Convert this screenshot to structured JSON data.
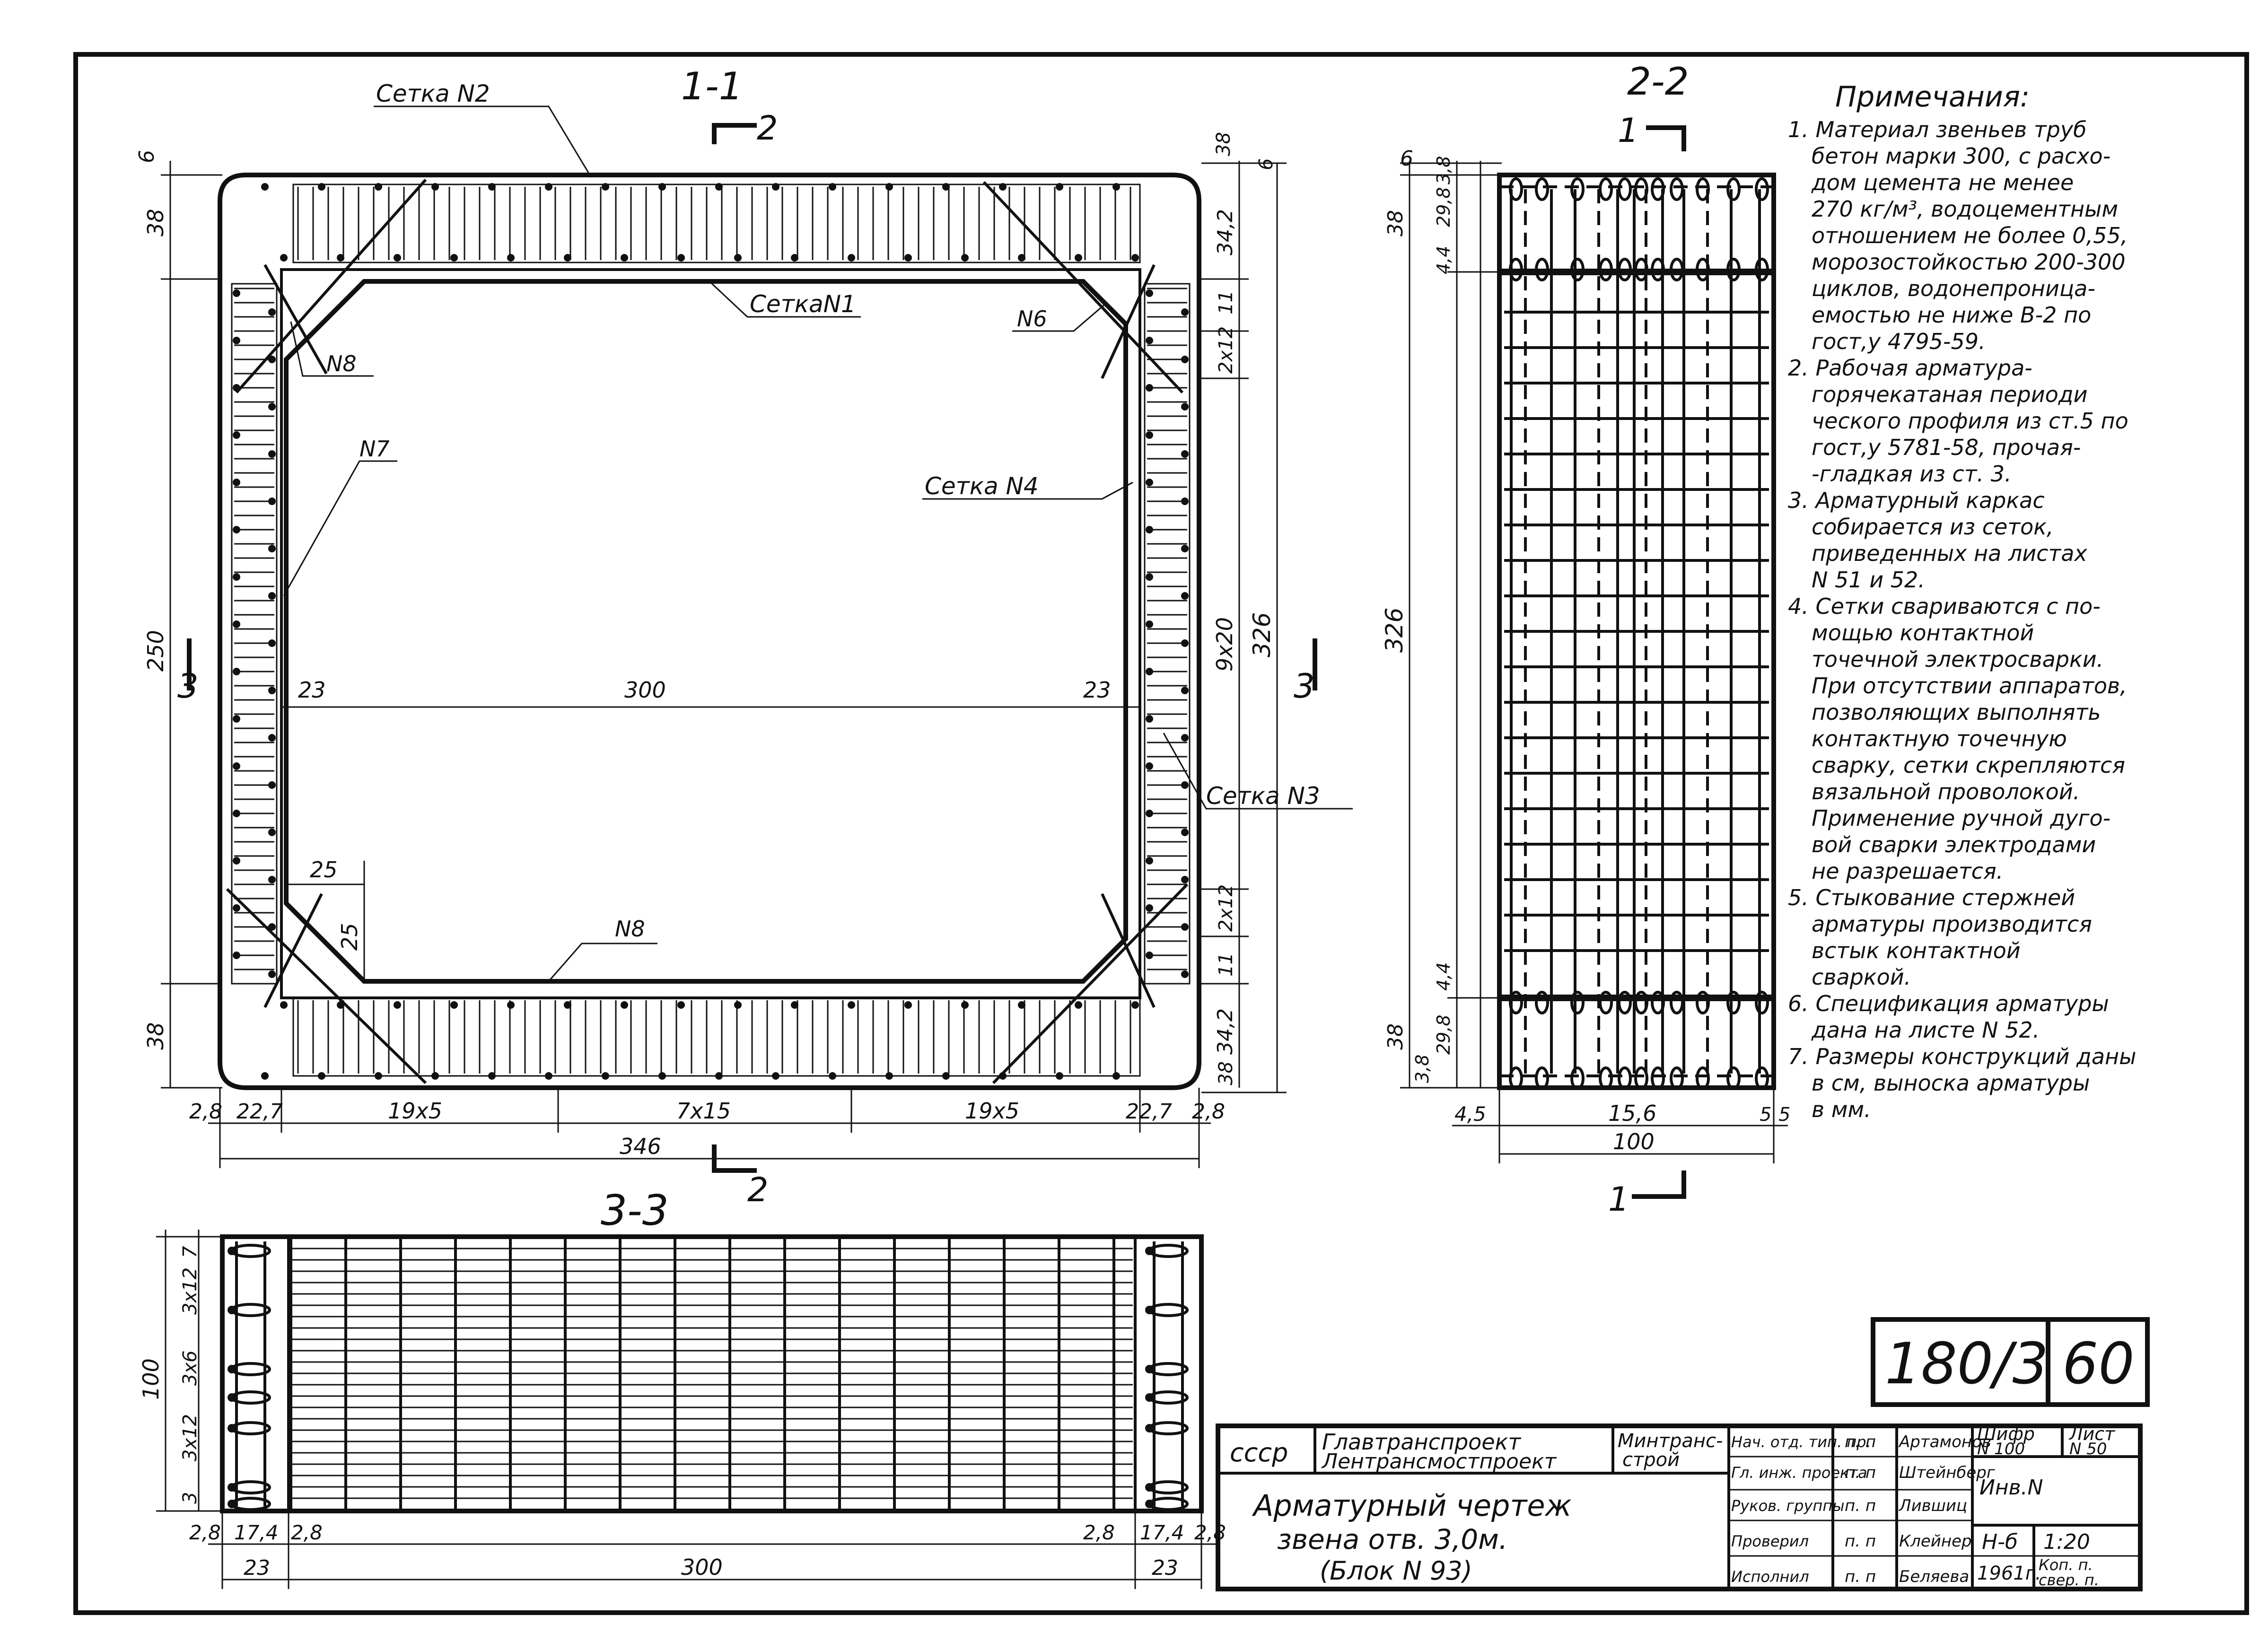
{
  "sections": {
    "s11": {
      "title": "1-1",
      "cut2_top": "2",
      "cut2_bottom": "2",
      "cut3_left": "3",
      "cut3_right": "3"
    },
    "s22": {
      "title": "2-2",
      "cut1_top": "1",
      "cut1_bottom": "1"
    },
    "s33": {
      "title": "3-3"
    }
  },
  "labels_11": {
    "setka2": "Сетка N2",
    "setka1": "СеткаN1",
    "setka4": "Сетка N4",
    "setka3": "Сетка N3",
    "n8_top": "N8",
    "n8_bottom": "N8",
    "n6": "N6",
    "n7": "N7"
  },
  "dims_11": {
    "left_6": "6",
    "left_38_top": "38",
    "left_250": "250",
    "left_38_bottom": "38",
    "right_38": "38",
    "right_6": "6",
    "right_342_top": "34,2",
    "right_11_top": "11",
    "right_2x12_top": "2x12",
    "right_9x20": "9x20",
    "right_326": "326",
    "right_2x12_bottom": "2x12",
    "right_11_bottom": "11",
    "right_342_bottom": "34,2",
    "right_38_bottom": "38",
    "inner_23_left": "23",
    "inner_300": "300",
    "inner_23_right": "23",
    "chamfer_25_h": "25",
    "chamfer_25_v": "25",
    "bottom_28_left": "2,8",
    "bottom_227_left": "22,7",
    "bottom_19x5_left": "19x5",
    "bottom_7x15": "7x15",
    "bottom_19x5_right": "19x5",
    "bottom_227_right": "22,7",
    "bottom_28_right": "2,8",
    "bottom_346": "346"
  },
  "dims_22": {
    "left_6": "6",
    "left_38_top": "38",
    "left_44_top": "4,4",
    "left_298_top": "29,8",
    "left_38_small_top": "3,8",
    "left_326": "326",
    "left_44_bottom": "4,4",
    "left_38_bottom": "38",
    "left_38_small_bottom": "3,8",
    "left_298_bottom": "29,8",
    "bottom_45": "4,5",
    "bottom_156": "15,6",
    "bottom_5a": "5",
    "bottom_5b": "5",
    "bottom_100": "100"
  },
  "dims_33": {
    "left_7": "7",
    "left_3x12_top": "3x12",
    "left_3x6": "3x6",
    "left_3x12_bottom": "3x12",
    "left_3": "3",
    "left_100": "100",
    "bottom_28_a": "2,8",
    "bottom_174_a": "17,4",
    "bottom_28_b": "2,8",
    "bottom_28_c": "2,8",
    "bottom_174_b": "17,4",
    "bottom_28_d": "2,8",
    "bottom_23_left": "23",
    "bottom_300": "300",
    "bottom_23_right": "23"
  },
  "notes": {
    "title": "Примечания:",
    "lines": [
      "1. Материал звеньев труб",
      "бетон марки 300, с расхо-",
      "дом цемента не менее",
      "270 кг/м³, водоцементным",
      "отношением не более 0,55,",
      "морозостойкостью 200-300",
      "циклов, водонепроница-",
      "емостью не ниже В-2 по",
      "гост,у 4795-59.",
      "2. Рабочая арматура-",
      "горячекатаная периоди",
      "ческого профиля из ст.5 по",
      "гост,у 5781-58, прочая-",
      "-гладкая из ст. 3.",
      "3. Арматурный каркас",
      "собирается из сеток,",
      "приведенных на листах",
      "N 51 и 52.",
      "4. Сетки свариваются с по-",
      "мощью контактной",
      "точечной электросварки.",
      "При отсутствии аппаратов,",
      "позволяющих выполнять",
      "контактную точечную",
      "сварку, сетки скрепляются",
      "вязальной проволокой.",
      "Применение ручной дуго-",
      "вой сварки электродами",
      "не разрешается.",
      "5. Стыкование стержней",
      "арматуры производится",
      "встык контактной",
      "сваркой.",
      "6. Спецификация арматуры",
      "дана на листе N 52.",
      "7. Размеры конструкций даны",
      "в см, выноска арматуры",
      "в мм."
    ]
  },
  "stamp": {
    "code": "180/3",
    "sheet_no": "60",
    "country": "ссср",
    "org1": "Главтранспроект",
    "org2": "Лентрансмостпроект",
    "ministry": "Минтранс-",
    "ministry2": "строй",
    "title1": "Арматурный чертеж",
    "title2": "звена отв. 3,0м.",
    "title3": "(Блок N 93)",
    "roles": [
      "Нач. отд. тип. пр.",
      "Гл. инж. проекта",
      "Руков. группы",
      "Проверил",
      "Исполнил"
    ],
    "signs": [
      "п. п",
      "п. п",
      "п. п",
      "п. п",
      "п. п"
    ],
    "names": [
      "Артамонов",
      "Штейнберг",
      "Лившиц",
      "Клейнер",
      "Беляева"
    ],
    "shifr_label": "Шифр",
    "shifr_value": "N 100",
    "list_label": "Лист",
    "list_value": "N 50",
    "inv_label": "Инв.N",
    "mark": "Н-б",
    "scale": "1:20",
    "year": "1961г.",
    "kop": "Коп.  п.",
    "sver": "свер.  п."
  }
}
